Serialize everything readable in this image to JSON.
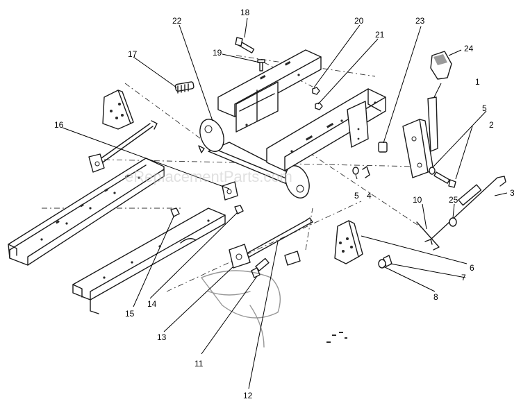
{
  "watermark": "eReplacementParts.com",
  "callouts": [
    {
      "id": "c1",
      "label": "1"
    },
    {
      "id": "c2",
      "label": "2"
    },
    {
      "id": "c3",
      "label": "3"
    },
    {
      "id": "c4",
      "label": "4"
    },
    {
      "id": "c5a",
      "label": "5"
    },
    {
      "id": "c5b",
      "label": "5"
    },
    {
      "id": "c6",
      "label": "6"
    },
    {
      "id": "c7",
      "label": "7"
    },
    {
      "id": "c8",
      "label": "8"
    },
    {
      "id": "c10",
      "label": "10"
    },
    {
      "id": "c11",
      "label": "11"
    },
    {
      "id": "c12",
      "label": "12"
    },
    {
      "id": "c13",
      "label": "13"
    },
    {
      "id": "c14",
      "label": "14"
    },
    {
      "id": "c15",
      "label": "15"
    },
    {
      "id": "c16",
      "label": "16"
    },
    {
      "id": "c17",
      "label": "17"
    },
    {
      "id": "c18",
      "label": "18"
    },
    {
      "id": "c19",
      "label": "19"
    },
    {
      "id": "c20",
      "label": "20"
    },
    {
      "id": "c21",
      "label": "21"
    },
    {
      "id": "c22",
      "label": "22"
    },
    {
      "id": "c23",
      "label": "23"
    },
    {
      "id": "c24",
      "label": "24"
    },
    {
      "id": "c25",
      "label": "25"
    }
  ]
}
